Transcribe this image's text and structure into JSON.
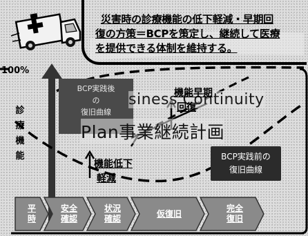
{
  "headline": {
    "line1": "災害時の診療機能の低下軽減・早期回",
    "line2": "復の方策＝BCPを策定し、継続して医療",
    "line3": "を提供できる体制を維持する。"
  },
  "axis": {
    "max_label": "100%",
    "ylabel": "診療機能"
  },
  "dark_box": {
    "line1": "BCP実践後",
    "line2": "の",
    "line3": "復旧曲線"
  },
  "label_kinou_soki": {
    "line1": "機能早期",
    "line2": "回復"
  },
  "label_kinou_teika": {
    "line1": "機能低下",
    "line2": "軽減"
  },
  "bcp_before_box": {
    "line1": "BCP実践前の",
    "line2": "復旧曲線"
  },
  "overlay": {
    "english": "siness Continuity",
    "japanese": "Plan事業継続計画"
  },
  "steps": [
    {
      "line1": "平",
      "line2": "時"
    },
    {
      "line1": "安全",
      "line2": "確認"
    },
    {
      "line1": "状況",
      "line2": "確認"
    },
    {
      "line1": "仮復旧",
      "line2": ""
    },
    {
      "line1": "完全",
      "line2": "復旧"
    }
  ],
  "colors": {
    "background": "#e3e3e3",
    "dark_fill": "#4a4a4a",
    "arrow": "#6b6b6b",
    "step_fill": "#8a8a8a",
    "accent_black": "#000000"
  },
  "icons": {
    "ambulance": "ambulance-icon"
  }
}
